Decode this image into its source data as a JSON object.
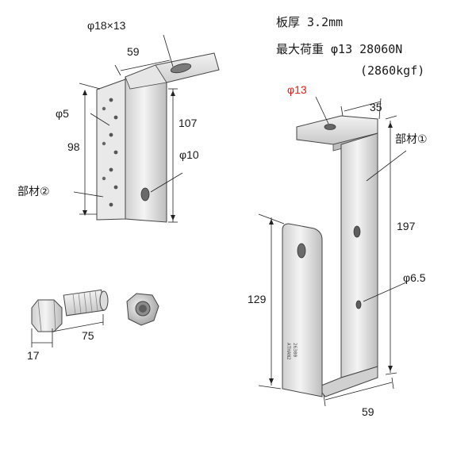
{
  "specs": {
    "line1": "板厚 3.2mm",
    "line2": "最大荷重 φ13 28060N",
    "line3": "(2860kgf)"
  },
  "part2": {
    "label": "部材②",
    "slot_dim": "φ18×13",
    "width": "59",
    "height_top": "107",
    "height_holes": "98",
    "small_hole": "φ5",
    "big_hole": "φ10"
  },
  "part1": {
    "label": "部材①",
    "top_hole": "φ13",
    "top_width": "35",
    "height": "197",
    "inner_height": "129",
    "side_hole": "φ6.5",
    "bottom_width": "59",
    "stamp_line1": "26300",
    "stamp_line2": "ATHAN2"
  },
  "bolt": {
    "head": "17",
    "length": "75"
  },
  "colors": {
    "highlight": "#e0201a",
    "metal_light": "#f1f1f1",
    "metal_mid": "#d4d4d4",
    "metal_dark": "#a9a9a9",
    "outline": "#444444"
  }
}
